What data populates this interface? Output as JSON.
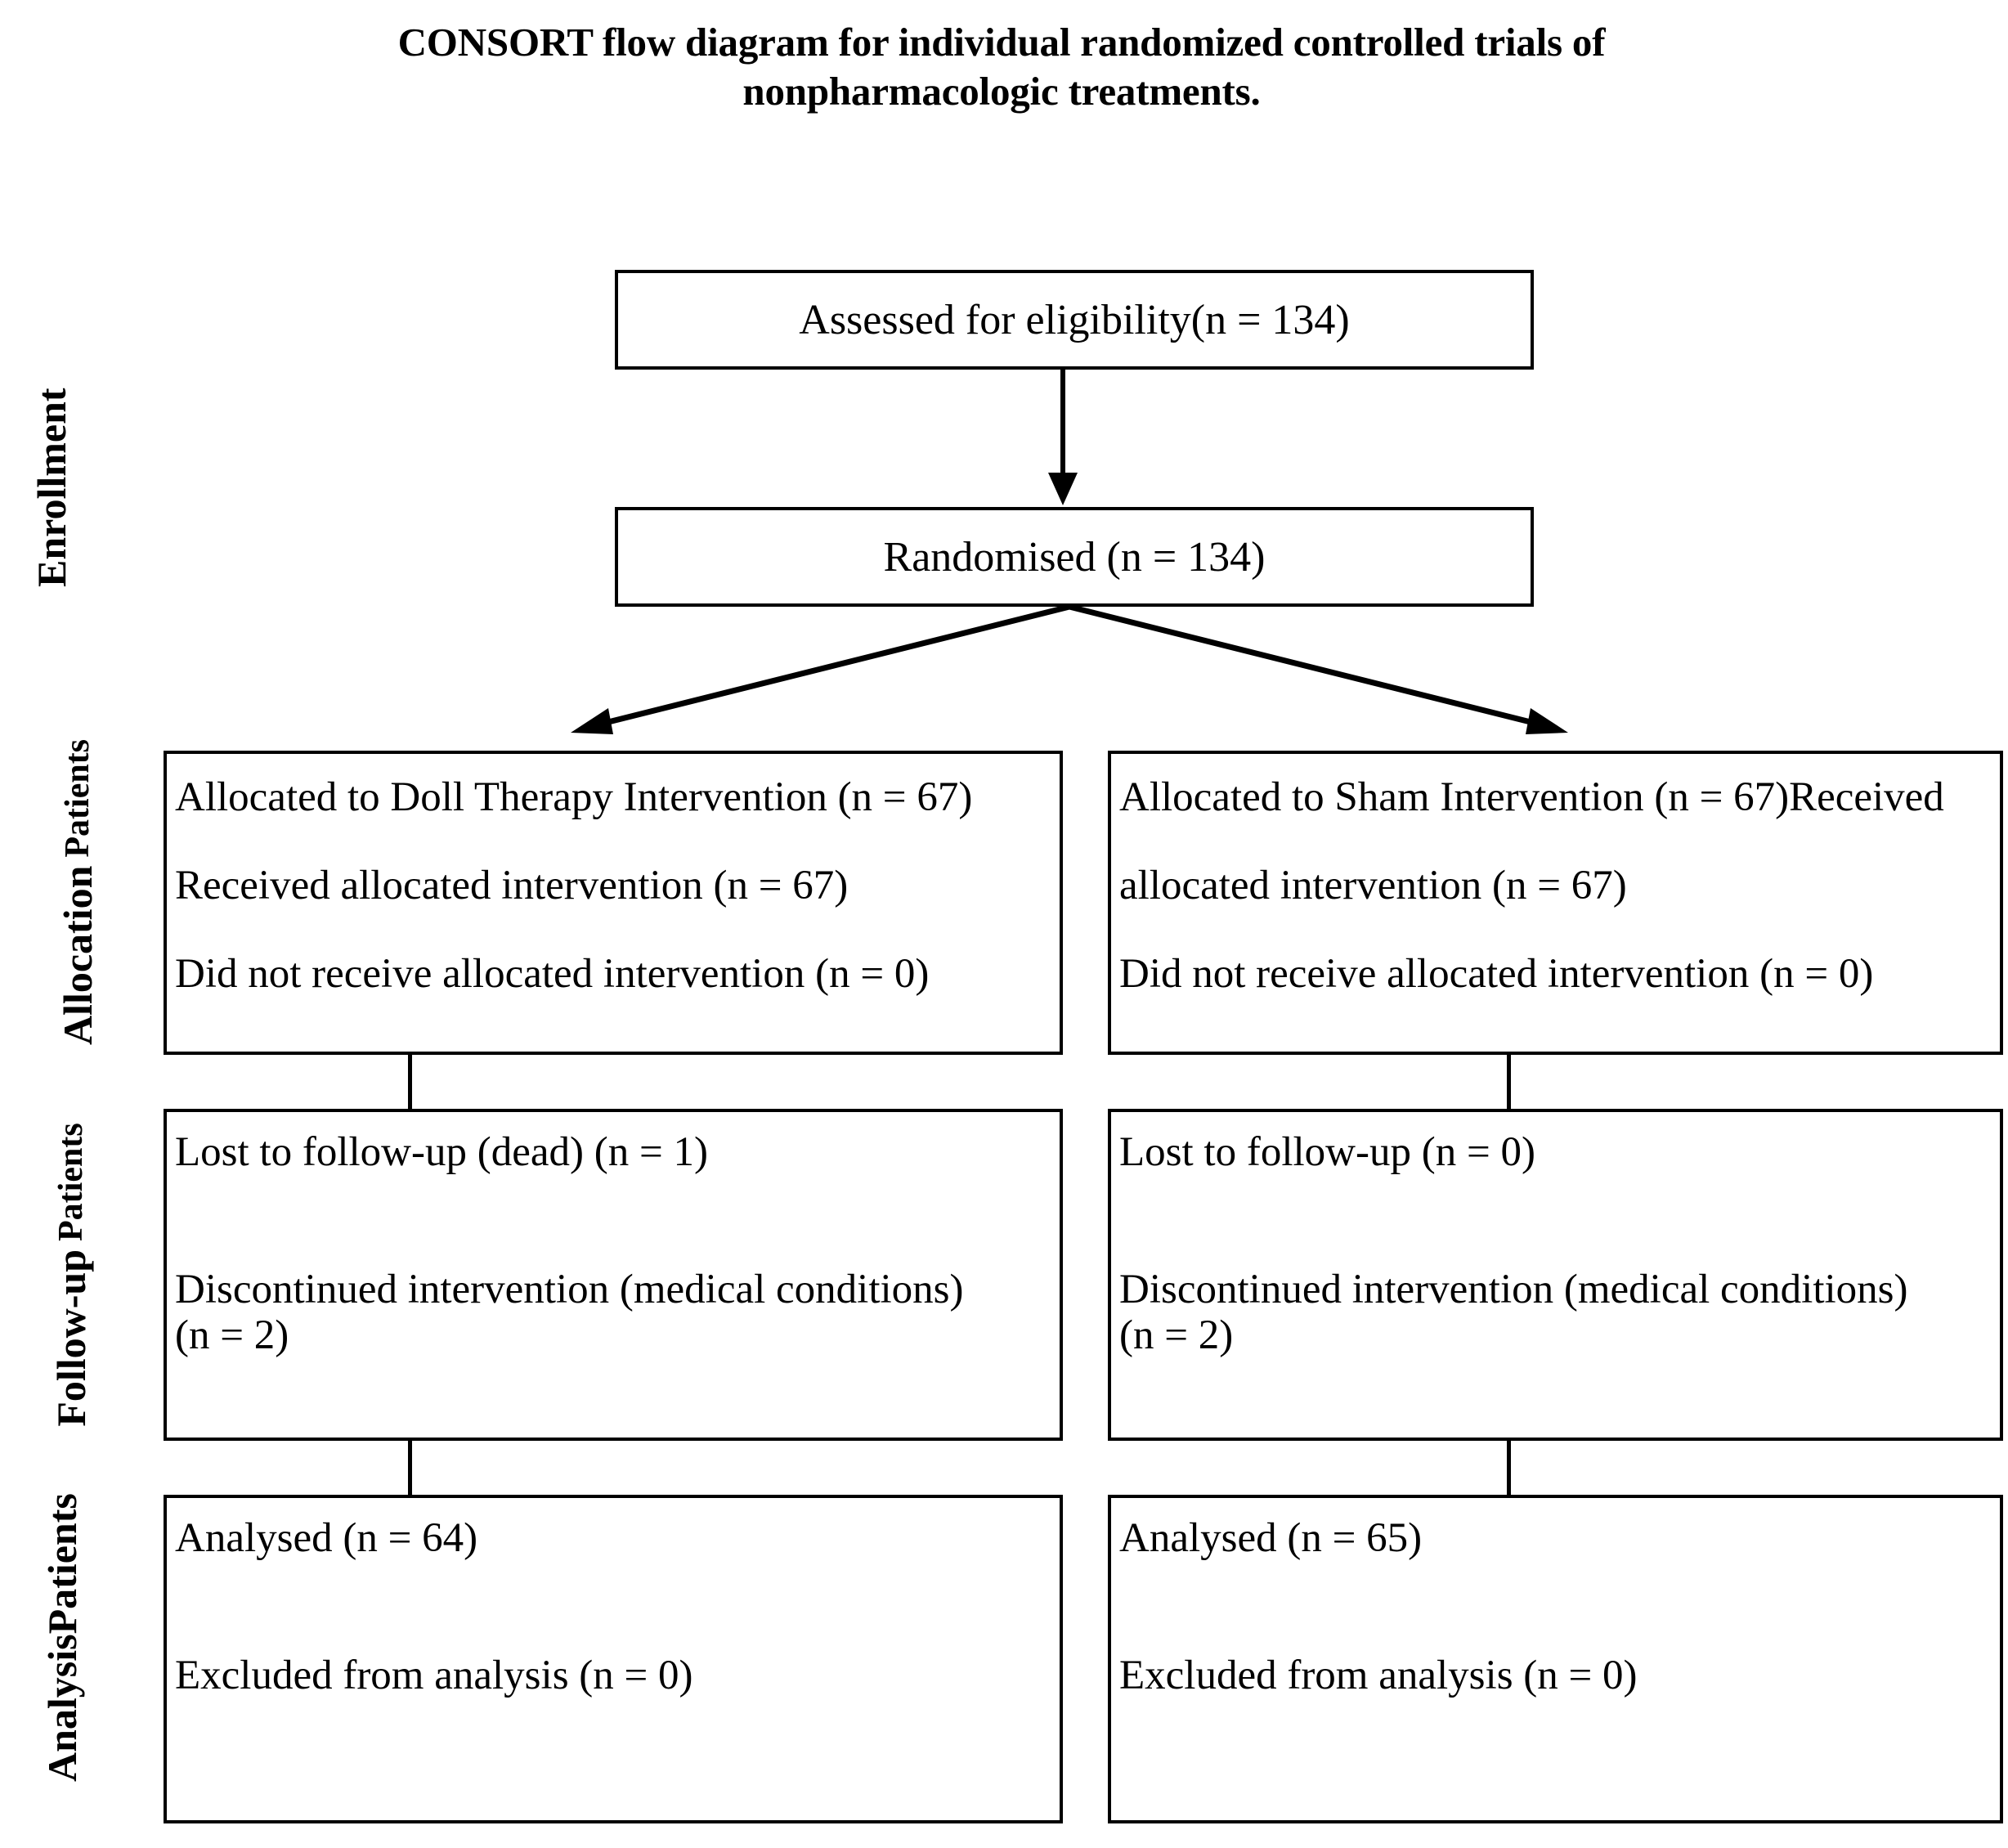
{
  "title": {
    "line1": "CONSORT flow diagram for individual randomized controlled trials of",
    "line2": "nonpharmacologic treatments."
  },
  "stages": [
    {
      "id": "enrollment",
      "label": "Enrollment",
      "sub": ""
    },
    {
      "id": "allocation",
      "label": "Allocation",
      "sub": "Patients"
    },
    {
      "id": "followup",
      "label": "Follow-up",
      "sub": "Patients"
    },
    {
      "id": "analysis",
      "label": "AnalysisPatients",
      "sub": ""
    }
  ],
  "enrollment": {
    "assessed": "Assessed for eligibility(n = 134)",
    "randomised": "Randomised (n = 134)"
  },
  "allocation": {
    "left": {
      "line1": "Allocated to Doll Therapy Intervention (n = 67)",
      "line2": "Received allocated intervention (n = 67)",
      "line3": "Did not receive allocated intervention (n = 0)"
    },
    "right": {
      "line1": "Allocated to Sham Intervention (n = 67)Received",
      "line2": "allocated intervention (n = 67)",
      "line3": "Did not receive allocated intervention (n = 0)"
    }
  },
  "followup": {
    "left": {
      "line1": "Lost to follow-up (dead) (n = 1)",
      "line2": "Discontinued intervention (medical conditions)",
      "line3": "(n = 2)"
    },
    "right": {
      "line1": "Lost to follow-up (n = 0)",
      "line2": "Discontinued intervention (medical conditions)",
      "line3": "(n = 2)"
    }
  },
  "analysis": {
    "left": {
      "line1": "Analysed (n = 64)",
      "line2": "Excluded from analysis (n = 0)"
    },
    "right": {
      "line1": "Analysed (n = 65)",
      "line2": "Excluded from analysis (n = 0)"
    }
  },
  "colors": {
    "stroke": "#000000",
    "background": "#ffffff",
    "text": "#000000"
  },
  "chart_data": {
    "type": "diagram",
    "diagram_kind": "CONSORT flow diagram",
    "title": "CONSORT flow diagram for individual randomized controlled trials of nonpharmacologic treatments.",
    "stages": [
      "Enrollment",
      "Allocation Patients",
      "Follow-up Patients",
      "AnalysisPatients"
    ],
    "nodes": [
      {
        "id": "assessed",
        "stage": "Enrollment",
        "text": "Assessed for eligibility(n = 134)",
        "n": 134
      },
      {
        "id": "randomised",
        "stage": "Enrollment",
        "text": "Randomised (n = 134)",
        "n": 134
      },
      {
        "id": "alloc-left",
        "stage": "Allocation",
        "arm": "Doll Therapy Intervention",
        "allocated": 67,
        "received": 67,
        "did_not_receive": 0
      },
      {
        "id": "alloc-right",
        "stage": "Allocation",
        "arm": "Sham Intervention",
        "allocated": 67,
        "received": 67,
        "did_not_receive": 0
      },
      {
        "id": "follow-left",
        "stage": "Follow-up",
        "arm": "Doll Therapy Intervention",
        "lost_to_follow_up": 1,
        "lost_reason": "dead",
        "discontinued": 2,
        "discontinued_reason": "medical conditions"
      },
      {
        "id": "follow-right",
        "stage": "Follow-up",
        "arm": "Sham Intervention",
        "lost_to_follow_up": 0,
        "lost_reason": "",
        "discontinued": 2,
        "discontinued_reason": "medical conditions"
      },
      {
        "id": "analysis-left",
        "stage": "Analysis",
        "arm": "Doll Therapy Intervention",
        "analysed": 64,
        "excluded": 0
      },
      {
        "id": "analysis-right",
        "stage": "Analysis",
        "arm": "Sham Intervention",
        "analysed": 65,
        "excluded": 0
      }
    ],
    "edges": [
      {
        "from": "assessed",
        "to": "randomised",
        "style": "arrow"
      },
      {
        "from": "randomised",
        "to": "alloc-left",
        "style": "arrow"
      },
      {
        "from": "randomised",
        "to": "alloc-right",
        "style": "arrow"
      },
      {
        "from": "alloc-left",
        "to": "follow-left",
        "style": "line"
      },
      {
        "from": "alloc-right",
        "to": "follow-right",
        "style": "line"
      },
      {
        "from": "follow-left",
        "to": "analysis-left",
        "style": "line"
      },
      {
        "from": "follow-right",
        "to": "analysis-right",
        "style": "line"
      }
    ]
  }
}
